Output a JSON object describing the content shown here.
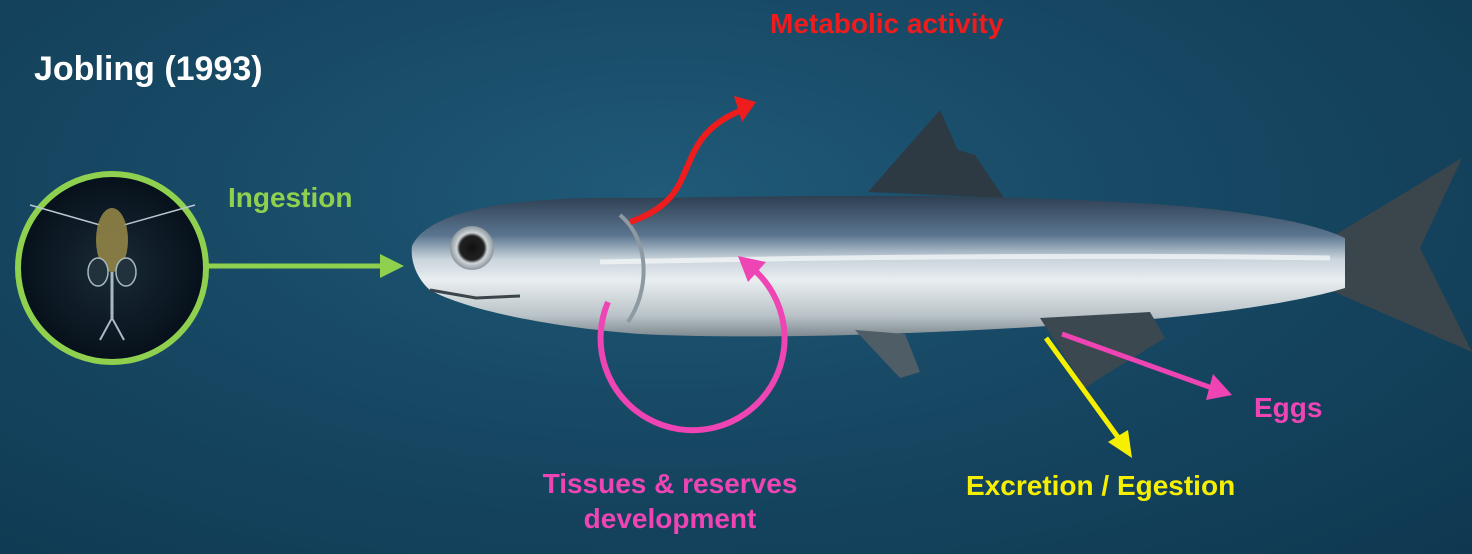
{
  "title": "Jobling (1993)",
  "labels": {
    "metabolic": "Metabolic activity",
    "ingestion": "Ingestion",
    "tissues": "Tissues & reserves development",
    "eggs": "Eggs",
    "excretion": "Excretion / Egestion"
  },
  "colors": {
    "metabolic": "#ee1c1c",
    "ingestion": "#8fd14f",
    "tissues": "#ee44b4",
    "eggs": "#ee44b4",
    "excretion": "#f6f000"
  },
  "icons": {
    "prey": "copepod-icon",
    "fish": "anchovy-fish-icon"
  }
}
